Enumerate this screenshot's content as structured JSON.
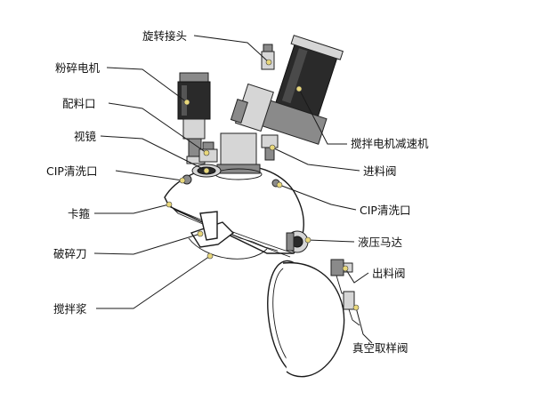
{
  "labels": {
    "rotary_joint": "旋转接头",
    "crusher_motor": "粉碎电机",
    "feed_port": "配料口",
    "sight_glass": "视镜",
    "cip_left": "CIP清洗口",
    "clamp": "卡箍",
    "crusher_blade": "破碎刀",
    "agitator_paddle": "搅拌浆",
    "agitator_motor": "搅拌电机减速机",
    "inlet_valve": "进料阀",
    "cip_right": "CIP清洗口",
    "hydraulic_motor": "液压马达",
    "outlet_valve": "出料阀",
    "vacuum_sampling_valve": "真空取样阀"
  },
  "colors": {
    "ink": "#1a1a1a",
    "marker": "#e8d77a",
    "motor_dark": "#2a2a2a"
  }
}
